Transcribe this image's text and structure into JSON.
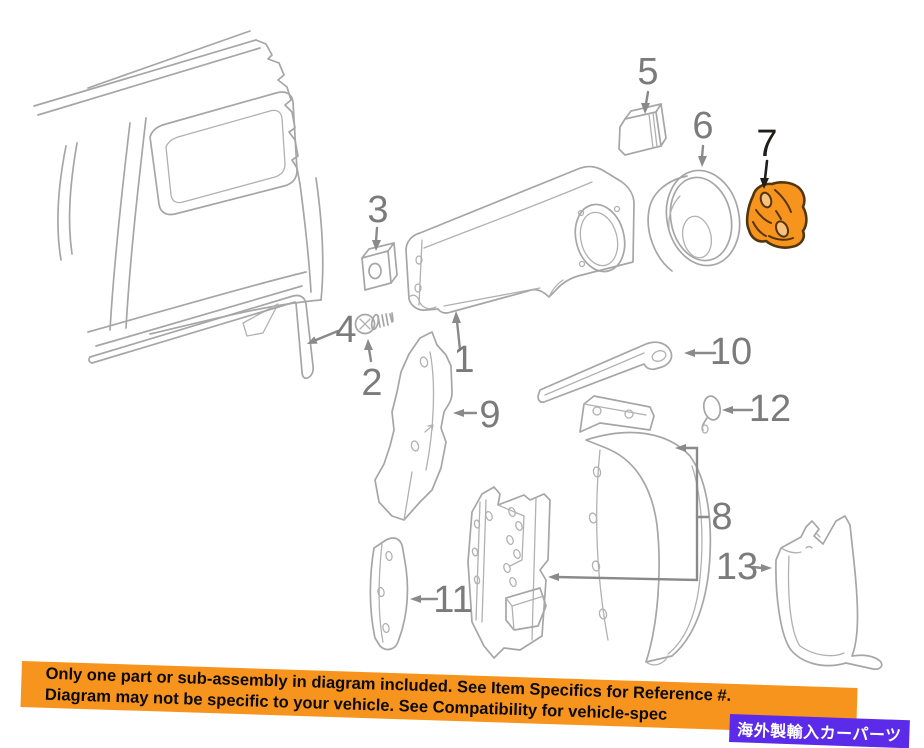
{
  "diagram": {
    "description": "Exploded parts diagram of a vehicle rear quarter panel area with numbered callouts",
    "parts": [
      {
        "label": "1"
      },
      {
        "label": "2"
      },
      {
        "label": "3"
      },
      {
        "label": "4"
      },
      {
        "label": "5"
      },
      {
        "label": "6"
      },
      {
        "label": "7"
      },
      {
        "label": "8"
      },
      {
        "label": "9"
      },
      {
        "label": "10"
      },
      {
        "label": "11"
      },
      {
        "label": "12"
      },
      {
        "label": "13"
      }
    ],
    "highlighted_part_label": "7",
    "colors": {
      "line": "#a6a6a6",
      "label": "#7b7b7b",
      "highlight_label": "#1f1d1b",
      "highlight_fill": "#f7941d",
      "highlight_outline": "#54360e"
    }
  },
  "banner": {
    "line1": "Only one part or sub-assembly in diagram included. See Item Specifics for Reference #.",
    "line2": "Diagram may not be specific to your vehicle. See Compatibility for vehicle-spec",
    "bg_color": "#f7941e",
    "text_color": "#0d0b08"
  },
  "badge": {
    "text": "海外製輸入カーパーツ",
    "bg_color": "#5b2be9",
    "text_color": "#ffffff"
  }
}
